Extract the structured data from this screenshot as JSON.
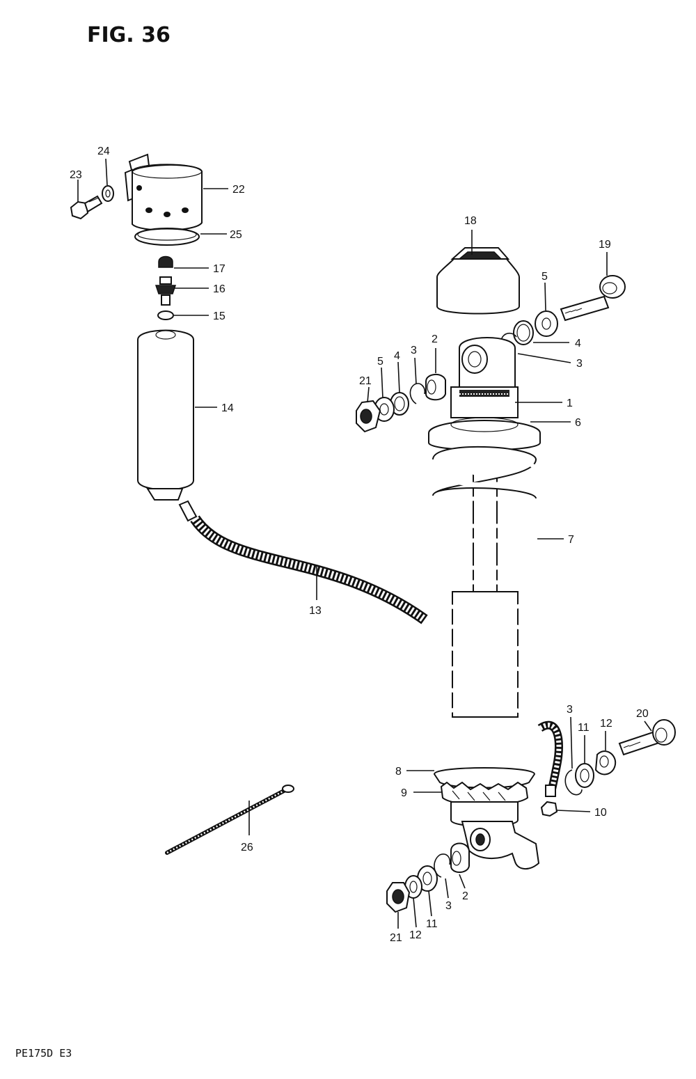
{
  "figure": {
    "title": "FIG. 36",
    "footer": "PE175D  E3"
  },
  "callouts": [
    {
      "id": "c1",
      "text": "1"
    },
    {
      "id": "c2a",
      "text": "2"
    },
    {
      "id": "c2b",
      "text": "2"
    },
    {
      "id": "c3a",
      "text": "3"
    },
    {
      "id": "c3b",
      "text": "3"
    },
    {
      "id": "c3c",
      "text": "3"
    },
    {
      "id": "c3d",
      "text": "3"
    },
    {
      "id": "c4a",
      "text": "4"
    },
    {
      "id": "c4b",
      "text": "4"
    },
    {
      "id": "c5a",
      "text": "5"
    },
    {
      "id": "c5b",
      "text": "5"
    },
    {
      "id": "c6",
      "text": "6"
    },
    {
      "id": "c7",
      "text": "7"
    },
    {
      "id": "c8",
      "text": "8"
    },
    {
      "id": "c9",
      "text": "9"
    },
    {
      "id": "c10",
      "text": "10"
    },
    {
      "id": "c11a",
      "text": "11"
    },
    {
      "id": "c11b",
      "text": "11"
    },
    {
      "id": "c12a",
      "text": "12"
    },
    {
      "id": "c12b",
      "text": "12"
    },
    {
      "id": "c13",
      "text": "13"
    },
    {
      "id": "c14",
      "text": "14"
    },
    {
      "id": "c15",
      "text": "15"
    },
    {
      "id": "c16",
      "text": "16"
    },
    {
      "id": "c17",
      "text": "17"
    },
    {
      "id": "c18",
      "text": "18"
    },
    {
      "id": "c19",
      "text": "19"
    },
    {
      "id": "c20",
      "text": "20"
    },
    {
      "id": "c21a",
      "text": "21"
    },
    {
      "id": "c21b",
      "text": "21"
    },
    {
      "id": "c22",
      "text": "22"
    },
    {
      "id": "c23",
      "text": "23"
    },
    {
      "id": "c24",
      "text": "24"
    },
    {
      "id": "c25",
      "text": "25"
    },
    {
      "id": "c26",
      "text": "26"
    }
  ]
}
